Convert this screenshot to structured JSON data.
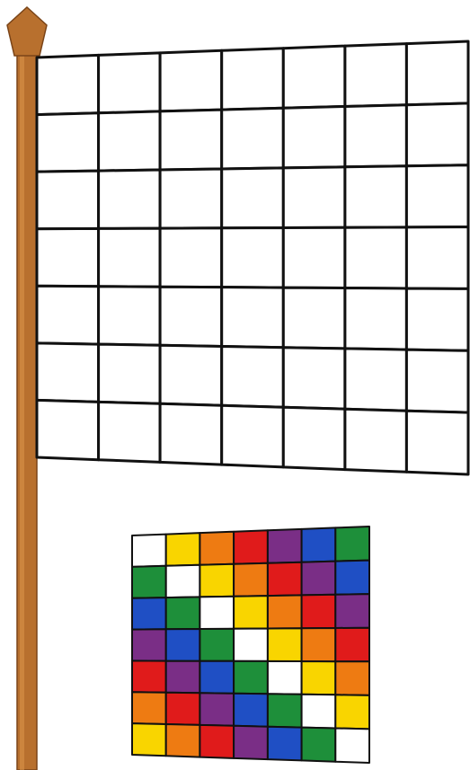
{
  "colors": {
    "pole": "#b8702e",
    "pole_shadow": "#7a4418",
    "pole_highlight": "#d9924a",
    "outline": "#111111",
    "blank_cell": "#ffffff"
  },
  "large_grid": {
    "rows": 7,
    "cols": 7
  },
  "palette": {
    "W": "#ffffff",
    "Y": "#f9d500",
    "O": "#ee7b12",
    "R": "#e01b1b",
    "P": "#7a2e86",
    "B": "#1f4fc4",
    "G": "#1e8f3a"
  },
  "wiphala_pattern": [
    [
      "W",
      "Y",
      "O",
      "R",
      "P",
      "B",
      "G"
    ],
    [
      "G",
      "W",
      "Y",
      "O",
      "R",
      "P",
      "B"
    ],
    [
      "B",
      "G",
      "W",
      "Y",
      "O",
      "R",
      "P"
    ],
    [
      "P",
      "B",
      "G",
      "W",
      "Y",
      "O",
      "R"
    ],
    [
      "R",
      "P",
      "B",
      "G",
      "W",
      "Y",
      "O"
    ],
    [
      "O",
      "R",
      "P",
      "B",
      "G",
      "W",
      "Y"
    ],
    [
      "Y",
      "O",
      "R",
      "P",
      "B",
      "G",
      "W"
    ]
  ]
}
